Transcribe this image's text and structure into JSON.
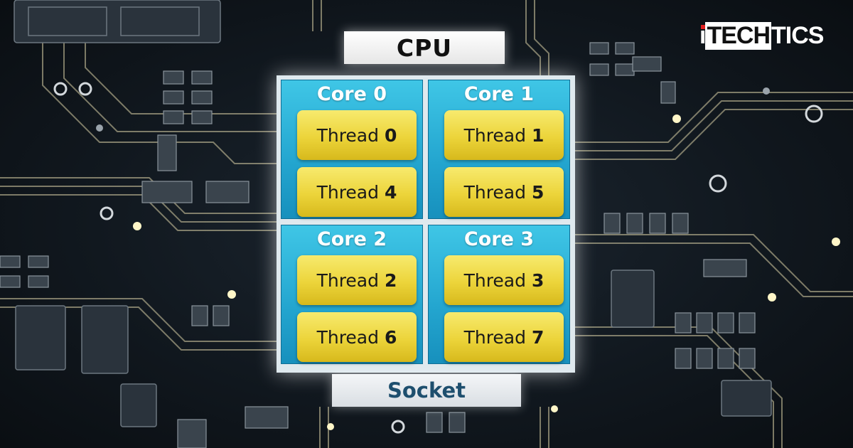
{
  "cpu": {
    "label": "CPU"
  },
  "socket": {
    "label": "Socket"
  },
  "brand": {
    "prefix": "i",
    "middle": "TECH",
    "suffix": "TICS"
  },
  "cores": [
    {
      "title": "Core 0",
      "threads": [
        {
          "word": "Thread",
          "num": "0"
        },
        {
          "word": "Thread",
          "num": "4"
        }
      ]
    },
    {
      "title": "Core 1",
      "threads": [
        {
          "word": "Thread",
          "num": "1"
        },
        {
          "word": "Thread",
          "num": "5"
        }
      ]
    },
    {
      "title": "Core 2",
      "threads": [
        {
          "word": "Thread",
          "num": "2"
        },
        {
          "word": "Thread",
          "num": "6"
        }
      ]
    },
    {
      "title": "Core 3",
      "threads": [
        {
          "word": "Thread",
          "num": "3"
        },
        {
          "word": "Thread",
          "num": "7"
        }
      ]
    }
  ],
  "colors": {
    "core": "#23a5cf",
    "thread": "#ecd43a",
    "board": "#11181f",
    "trace": "#e8d9a0"
  }
}
